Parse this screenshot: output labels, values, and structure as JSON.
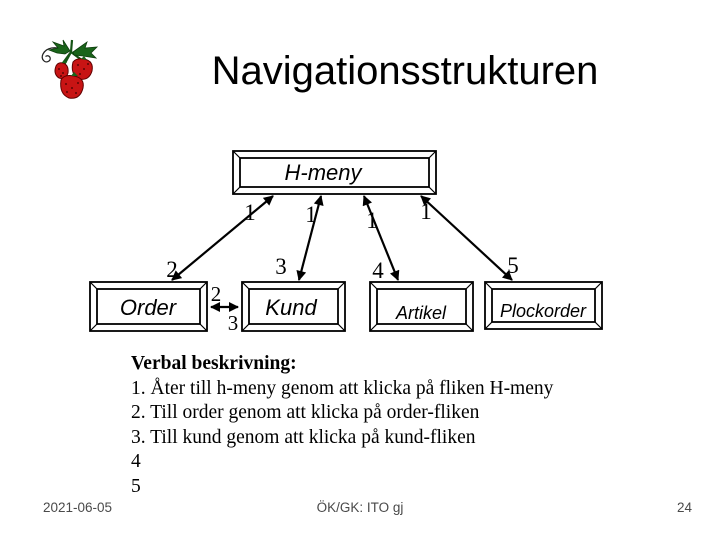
{
  "slide": {
    "title": "Navigationsstrukturen",
    "footer": {
      "date": "2021-06-05",
      "center": "ÖK/GK: ITO gj",
      "page": "24"
    }
  },
  "icons": {
    "logo": "strawberries-icon"
  },
  "colors": {
    "text": "#000000",
    "footer_text": "#4a4a4a",
    "berry_red": "#c81414",
    "leaf_green": "#1a641a",
    "box_fill": "#ffffff",
    "line": "#000000"
  },
  "diagram": {
    "boxes": {
      "hmeny": "H-meny",
      "order": "Order",
      "kund": "Kund",
      "artikel": "Artikel",
      "plockorder": "Plockorder"
    },
    "numbers": {
      "n1a": "1",
      "n1b": "1",
      "n1c": "1",
      "n1d": "1",
      "n2": "2",
      "n3": "3",
      "n4": "4",
      "n5": "5",
      "n2_small": "2",
      "n3_small": "3"
    }
  },
  "description": {
    "heading": "Verbal beskrivning:",
    "lines": [
      "1. Åter till h-meny genom att klicka på fliken H-meny",
      "2. Till order genom att klicka på order-fliken",
      "3. Till kund genom att klicka på kund-fliken",
      "4",
      "5"
    ]
  }
}
